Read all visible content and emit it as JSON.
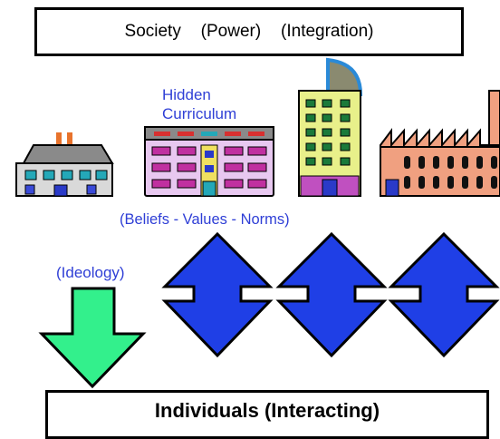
{
  "diagram": {
    "top_box": "Society   (Power)   (Integration)",
    "hidden_curriculum": [
      "Hidden",
      "Curriculum"
    ],
    "values_label": "(Beliefs - Values - Norms)",
    "ideology_label": "(Ideology)",
    "bottom_box": "Individuals (Interacting)"
  },
  "colors": {
    "label_blue": "#2f3fd6",
    "arrow_blue": "#1f3fe6",
    "arrow_green": "#33f08c",
    "building_roof": "#8a8a8a",
    "house_wall": "#d9d9d9",
    "school_wall": "#e8c8f0",
    "tower_wall": "#e8f08a",
    "factory_wall": "#f0a080"
  },
  "icons": [
    "house-icon",
    "school-icon",
    "tower-icon",
    "factory-icon"
  ]
}
